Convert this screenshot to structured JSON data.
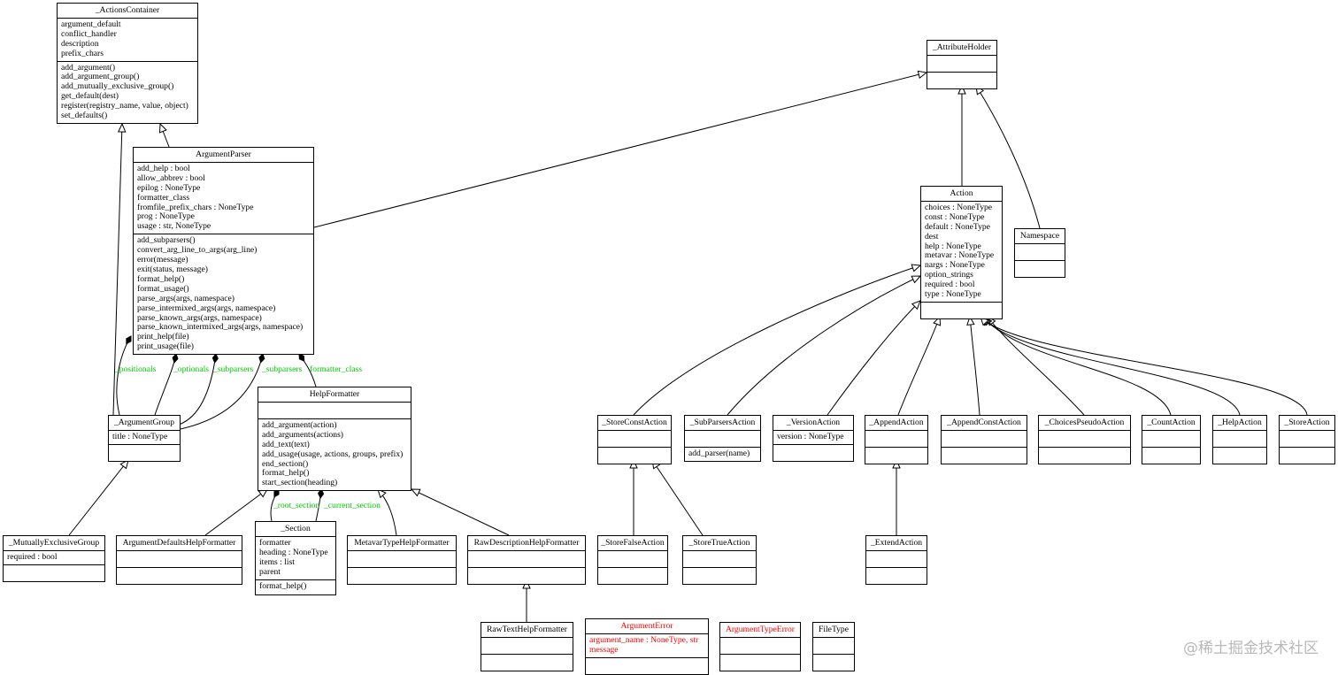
{
  "classes": [
    {
      "id": "actions-container",
      "title": "_ActionsContainer",
      "attrs": [
        "argument_default",
        "conflict_handler",
        "description",
        "prefix_chars"
      ],
      "methods": [
        "add_argument()",
        "add_argument_group()",
        "add_mutually_exclusive_group()",
        "get_default(dest)",
        "register(registry_name, value, object)",
        "set_defaults()"
      ]
    },
    {
      "id": "attribute-holder",
      "title": "_AttributeHolder",
      "attrs": [],
      "methods": []
    },
    {
      "id": "argument-parser",
      "title": "ArgumentParser",
      "attrs": [
        "add_help : bool",
        "allow_abbrev : bool",
        "epilog : NoneType",
        "formatter_class",
        "fromfile_prefix_chars : NoneType",
        "prog : NoneType",
        "usage : str, NoneType"
      ],
      "methods": [
        "add_subparsers()",
        "convert_arg_line_to_args(arg_line)",
        "error(message)",
        "exit(status, message)",
        "format_help()",
        "format_usage()",
        "parse_args(args, namespace)",
        "parse_intermixed_args(args, namespace)",
        "parse_known_args(args, namespace)",
        "parse_known_intermixed_args(args, namespace)",
        "print_help(file)",
        "print_usage(file)"
      ]
    },
    {
      "id": "action",
      "title": "Action",
      "attrs": [
        "choices : NoneType",
        "const : NoneType",
        "default : NoneType",
        "dest",
        "help : NoneType",
        "metavar : NoneType",
        "nargs : NoneType",
        "option_strings",
        "required : bool",
        "type : NoneType"
      ],
      "methods": []
    },
    {
      "id": "namespace",
      "title": "Namespace",
      "attrs": [],
      "methods": []
    },
    {
      "id": "argument-group",
      "title": "_ArgumentGroup",
      "attrs": [
        "title : NoneType"
      ],
      "methods": []
    },
    {
      "id": "help-formatter",
      "title": "HelpFormatter",
      "attrs": [],
      "methods": [
        "add_argument(action)",
        "add_arguments(actions)",
        "add_text(text)",
        "add_usage(usage, actions, groups, prefix)",
        "end_section()",
        "format_help()",
        "start_section(heading)"
      ]
    },
    {
      "id": "store-const-action",
      "title": "_StoreConstAction",
      "attrs": [],
      "methods": []
    },
    {
      "id": "sub-parsers-action",
      "title": "_SubParsersAction",
      "attrs": [],
      "methods": [
        "add_parser(name)"
      ]
    },
    {
      "id": "version-action",
      "title": "_VersionAction",
      "attrs": [
        "version : NoneType"
      ],
      "methods": []
    },
    {
      "id": "append-action",
      "title": "_AppendAction",
      "attrs": [],
      "methods": []
    },
    {
      "id": "append-const-action",
      "title": "_AppendConstAction",
      "attrs": [],
      "methods": []
    },
    {
      "id": "choices-pseudo-action",
      "title": "_ChoicesPseudoAction",
      "attrs": [],
      "methods": []
    },
    {
      "id": "count-action",
      "title": "_CountAction",
      "attrs": [],
      "methods": []
    },
    {
      "id": "help-action",
      "title": "_HelpAction",
      "attrs": [],
      "methods": []
    },
    {
      "id": "store-action",
      "title": "_StoreAction",
      "attrs": [],
      "methods": []
    },
    {
      "id": "mutually-exclusive-group",
      "title": "_MutuallyExclusiveGroup",
      "attrs": [
        "required : bool"
      ],
      "methods": []
    },
    {
      "id": "argument-defaults-help-formatter",
      "title": "ArgumentDefaultsHelpFormatter",
      "attrs": [],
      "methods": []
    },
    {
      "id": "section",
      "title": "_Section",
      "attrs": [
        "formatter",
        "heading : NoneType",
        "items : list",
        "parent"
      ],
      "methods": [
        "format_help()"
      ]
    },
    {
      "id": "metavar-type-help-formatter",
      "title": "MetavarTypeHelpFormatter",
      "attrs": [],
      "methods": []
    },
    {
      "id": "raw-description-help-formatter",
      "title": "RawDescriptionHelpFormatter",
      "attrs": [],
      "methods": []
    },
    {
      "id": "store-false-action",
      "title": "_StoreFalseAction",
      "attrs": [],
      "methods": []
    },
    {
      "id": "store-true-action",
      "title": "_StoreTrueAction",
      "attrs": [],
      "methods": []
    },
    {
      "id": "extend-action",
      "title": "_ExtendAction",
      "attrs": [],
      "methods": []
    },
    {
      "id": "raw-text-help-formatter",
      "title": "RawTextHelpFormatter",
      "attrs": [],
      "methods": []
    },
    {
      "id": "argument-error",
      "title": "ArgumentError",
      "attrs": [
        "argument_name : NoneType, str",
        "message"
      ],
      "methods": [],
      "color": "#ff0000"
    },
    {
      "id": "argument-type-error",
      "title": "ArgumentTypeError",
      "attrs": [],
      "methods": [],
      "color": "#ff0000"
    },
    {
      "id": "file-type",
      "title": "FileType",
      "attrs": [],
      "methods": []
    }
  ],
  "edge_labels": {
    "positionals": "_positionals",
    "optionals": "_optionals",
    "subparsers_1": "_subparsers",
    "subparsers_2": "_subparsers",
    "formatter_class": "formatter_class",
    "root_section": "_root_section",
    "current_section": "_current_section"
  },
  "edge_label_color": "#00cc00",
  "watermark": "@稀土掘金技术社区"
}
